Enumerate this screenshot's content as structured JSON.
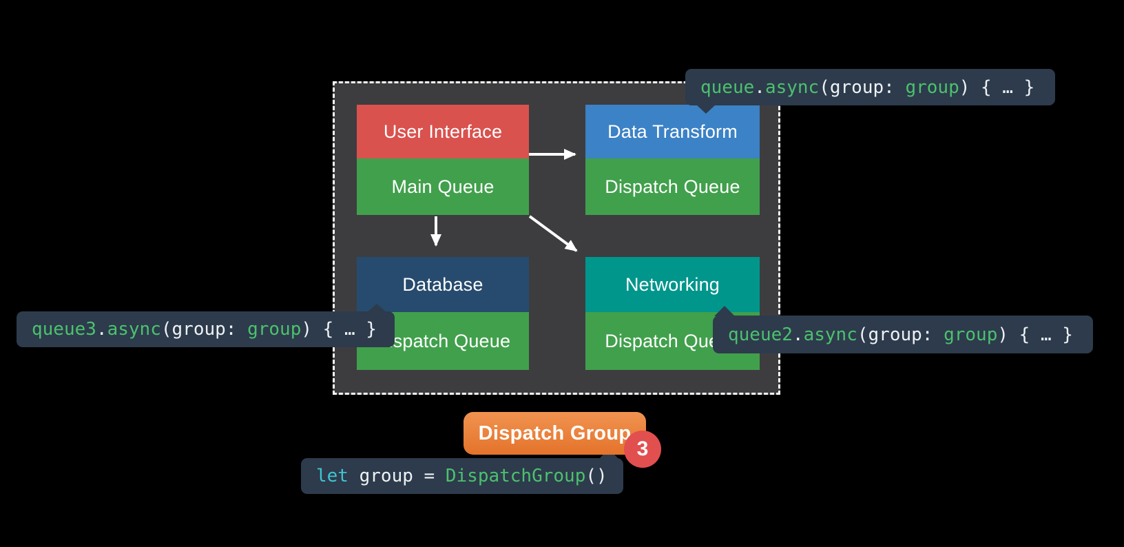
{
  "colors": {
    "background": "#000000",
    "boundary_fill": "#3d3d40",
    "boundary_border": "#ffffff",
    "block_red": "#d9524e",
    "block_green": "#41a04c",
    "block_blue": "#3c82c6",
    "block_navy": "#274b6e",
    "block_teal": "#00968c",
    "callout_bg": "#2d3b4c",
    "badge_red": "#e24f4f",
    "arrow": "#ffffff"
  },
  "code_colors": {
    "green": "#4cc16e",
    "cyan": "#40c4cf",
    "white": "#eef2f5"
  },
  "blocks": {
    "user_interface": {
      "title": "User Interface",
      "queue": "Main Queue"
    },
    "data_transform": {
      "title": "Data Transform",
      "queue": "Dispatch Queue"
    },
    "database": {
      "title": "Database",
      "queue": "Dispatch Queue"
    },
    "networking": {
      "title": "Networking",
      "queue": "Dispatch Queue"
    }
  },
  "callouts": {
    "data_transform_code": {
      "tokens": [
        {
          "t": "queue",
          "c": "green"
        },
        {
          "t": ".",
          "c": "white"
        },
        {
          "t": "async",
          "c": "green"
        },
        {
          "t": "(",
          "c": "white"
        },
        {
          "t": "group: ",
          "c": "white"
        },
        {
          "t": "group",
          "c": "green"
        },
        {
          "t": ")",
          "c": "white"
        },
        {
          "t": " { … }",
          "c": "white"
        }
      ]
    },
    "database_code": {
      "tokens": [
        {
          "t": "queue3",
          "c": "green"
        },
        {
          "t": ".",
          "c": "white"
        },
        {
          "t": "async",
          "c": "green"
        },
        {
          "t": "(",
          "c": "white"
        },
        {
          "t": "group: ",
          "c": "white"
        },
        {
          "t": "group",
          "c": "green"
        },
        {
          "t": ")",
          "c": "white"
        },
        {
          "t": " { … }",
          "c": "white"
        }
      ]
    },
    "networking_code": {
      "tokens": [
        {
          "t": "queue2",
          "c": "green"
        },
        {
          "t": ".",
          "c": "white"
        },
        {
          "t": "async",
          "c": "green"
        },
        {
          "t": "(",
          "c": "white"
        },
        {
          "t": "group: ",
          "c": "white"
        },
        {
          "t": "group",
          "c": "green"
        },
        {
          "t": ")",
          "c": "white"
        },
        {
          "t": " { … }",
          "c": "white"
        }
      ]
    },
    "group_declaration_code": {
      "tokens": [
        {
          "t": "let",
          "c": "cyan"
        },
        {
          "t": " group = ",
          "c": "white"
        },
        {
          "t": "DispatchGroup",
          "c": "green"
        },
        {
          "t": "()",
          "c": "white"
        }
      ]
    }
  },
  "dispatch_group": {
    "label": "Dispatch Group",
    "badge_count": "3",
    "color_top": "#f09350",
    "color_bottom": "#e4732b"
  }
}
